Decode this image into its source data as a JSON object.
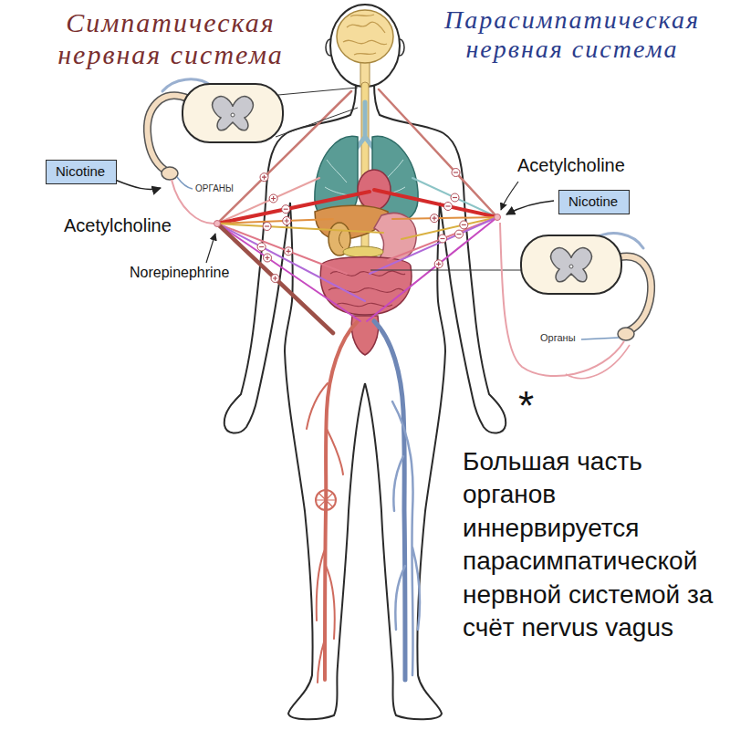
{
  "diagram": {
    "nodes": [
      {
        "text": [
          "Nicotine"
        ]
      },
      {
        "text": [
          "Nicotine"
        ]
      }
    ],
    "labels": [
      "Симпатическая нервная система",
      "Парасимпатическая нервная система",
      "ОРГАНЫ",
      "Acetylcholine",
      "Norepinephrine",
      "Acetylcholine",
      "Органы",
      "*",
      "Большая часть органов иннервируется парасимпатической нервной системой за счёт nervus vagus"
    ]
  }
}
